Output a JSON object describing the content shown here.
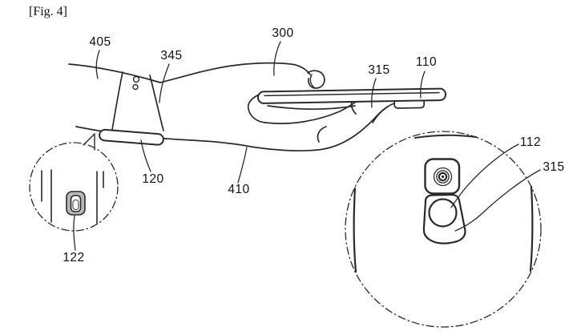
{
  "figure_caption": "[Fig. 4]",
  "reference_labels": [
    {
      "text": "405"
    },
    {
      "text": "345"
    },
    {
      "text": "300"
    },
    {
      "text": "315"
    },
    {
      "text": "110"
    },
    {
      "text": "112"
    },
    {
      "text": "315"
    },
    {
      "text": "120"
    },
    {
      "text": "410"
    },
    {
      "text": "122"
    }
  ],
  "colors": {
    "background": "#ffffff",
    "line": "#2a2a2a",
    "label_text": "#111111",
    "component_fill": "#b9b9b9"
  }
}
